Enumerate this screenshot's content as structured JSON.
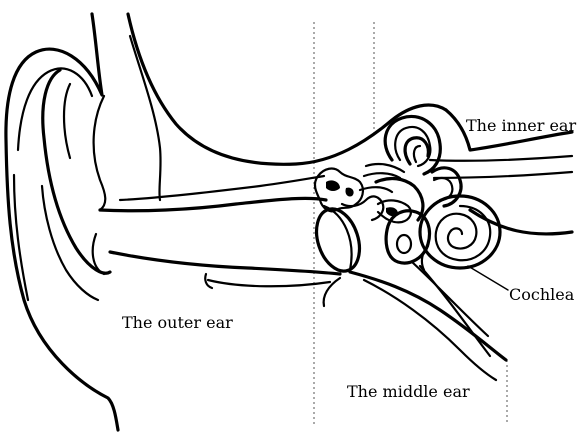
{
  "labels": {
    "inner_ear": "The inner ear",
    "cochlea": "Cochlea",
    "outer_ear": "The outer ear",
    "middle_ear": "The middle ear"
  },
  "colors": {
    "ink": "#000000",
    "background": "#ffffff",
    "divider": "#555555"
  }
}
